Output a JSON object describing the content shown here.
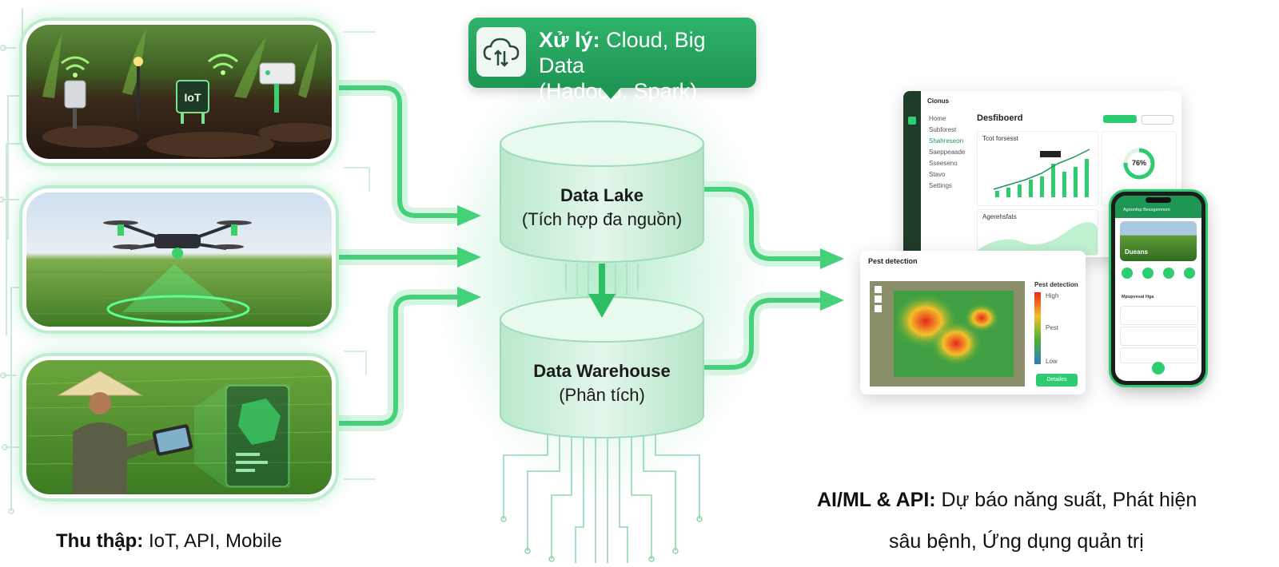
{
  "collection": {
    "iot_badge": "IoT",
    "caption_bold": "Thu thập:",
    "caption_rest": " IoT, API, Mobile"
  },
  "processing": {
    "bold": "Xử lý:",
    "line1_rest": " Cloud, Big Data",
    "line2": "(Hadoop, Spark)"
  },
  "data_lake": {
    "title": "Data Lake",
    "subtitle": "(Tích hợp đa nguồn)"
  },
  "data_warehouse": {
    "title": "Data Warehouse",
    "subtitle": "(Phân tích)"
  },
  "dashboard": {
    "app_name": "Cionus",
    "title": "Desfiboerd",
    "chart1_title": "Tcot forsesst",
    "chart2_title": "Agerehsfats",
    "gauge_value": "76%",
    "nav_items": [
      "Home",
      "Subforest",
      "Shahreseon",
      "Saeppeaade",
      "Sseeseno",
      "Stavo",
      "Settings"
    ]
  },
  "pest": {
    "title": "Pest detection",
    "legend_title": "Pest detection",
    "legend_high": "High",
    "legend_mid": "Pest",
    "legend_low": "Low",
    "action_button": "Detailes"
  },
  "phone": {
    "app_title": "Agrionfop Bessgemnom",
    "hero_label": "Dueans",
    "section_label": "Mpupvesal Hga"
  },
  "aiml": {
    "bold": "AI/ML & API:",
    "line1_rest": " Dự báo năng suất, Phát hiện",
    "line2": "sâu bệnh, Ứng dụng quản trị"
  },
  "colors": {
    "accent": "#2ecc71",
    "brand_dark": "#1e9654",
    "cylinder_fill": "#cdeedb",
    "arrow": "#43d17a"
  }
}
